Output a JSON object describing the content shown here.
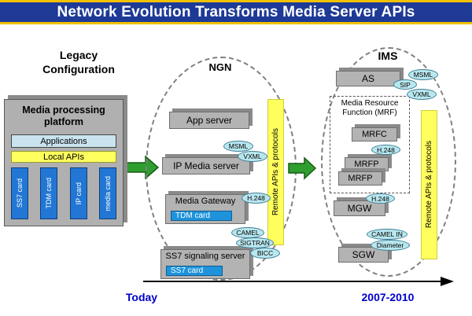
{
  "title": "Network Evolution Transforms Media Server APIs",
  "colors": {
    "title_bg": "#1e3a96",
    "title_accent": "#f2c200",
    "box_gray": "#b3b3b3",
    "oval_fill": "#b9e7ef",
    "card_blue": "#2277d4",
    "inner_card_blue": "#1e93dc",
    "highlight_yellow": "#ffff5e",
    "arrow_green": "#2f9e2f",
    "timeline_text_blue": "#0000cc"
  },
  "legacy": {
    "heading": "Legacy Configuration",
    "platform_title": "Media processing platform",
    "applications_label": "Applications",
    "local_apis_label": "Local APIs",
    "cards": [
      "SS7 card",
      "TDM card",
      "IP card",
      "media card"
    ]
  },
  "ngn": {
    "label": "NGN",
    "app_server": "App server",
    "ip_media_server": "IP Media server",
    "media_gateway": "Media Gateway",
    "tdm_card": "TDM card",
    "ss7_signaling_server": "SS7 signaling server",
    "ss7_card": "SS7 card",
    "msml": "MSML",
    "vxml": "VXML",
    "h248": "H.248",
    "camel": "CAMEL",
    "sigtran": "SIGTRAN",
    "bicc": "BICC",
    "remote_apis": "Remote APIs & protocols"
  },
  "ims": {
    "label": "IMS",
    "as_server": "AS",
    "msml": "MSML",
    "sip": "SIP",
    "vxml": "VXML",
    "mrf_title": "Media Resource Function (MRF)",
    "mrfc": "MRFC",
    "h248_mrf": "H.248",
    "mrfp_back": "MRFP",
    "mrfp_front": "MRFP",
    "mgw": "MGW",
    "h248_mgw": "H.248",
    "sgw": "SGW",
    "camel_in": "CAMEL IN",
    "diameter": "Diameter",
    "remote_apis": "Remote APIs & protocols"
  },
  "timeline": {
    "left_label": "Today",
    "right_label": "2007-2010"
  }
}
